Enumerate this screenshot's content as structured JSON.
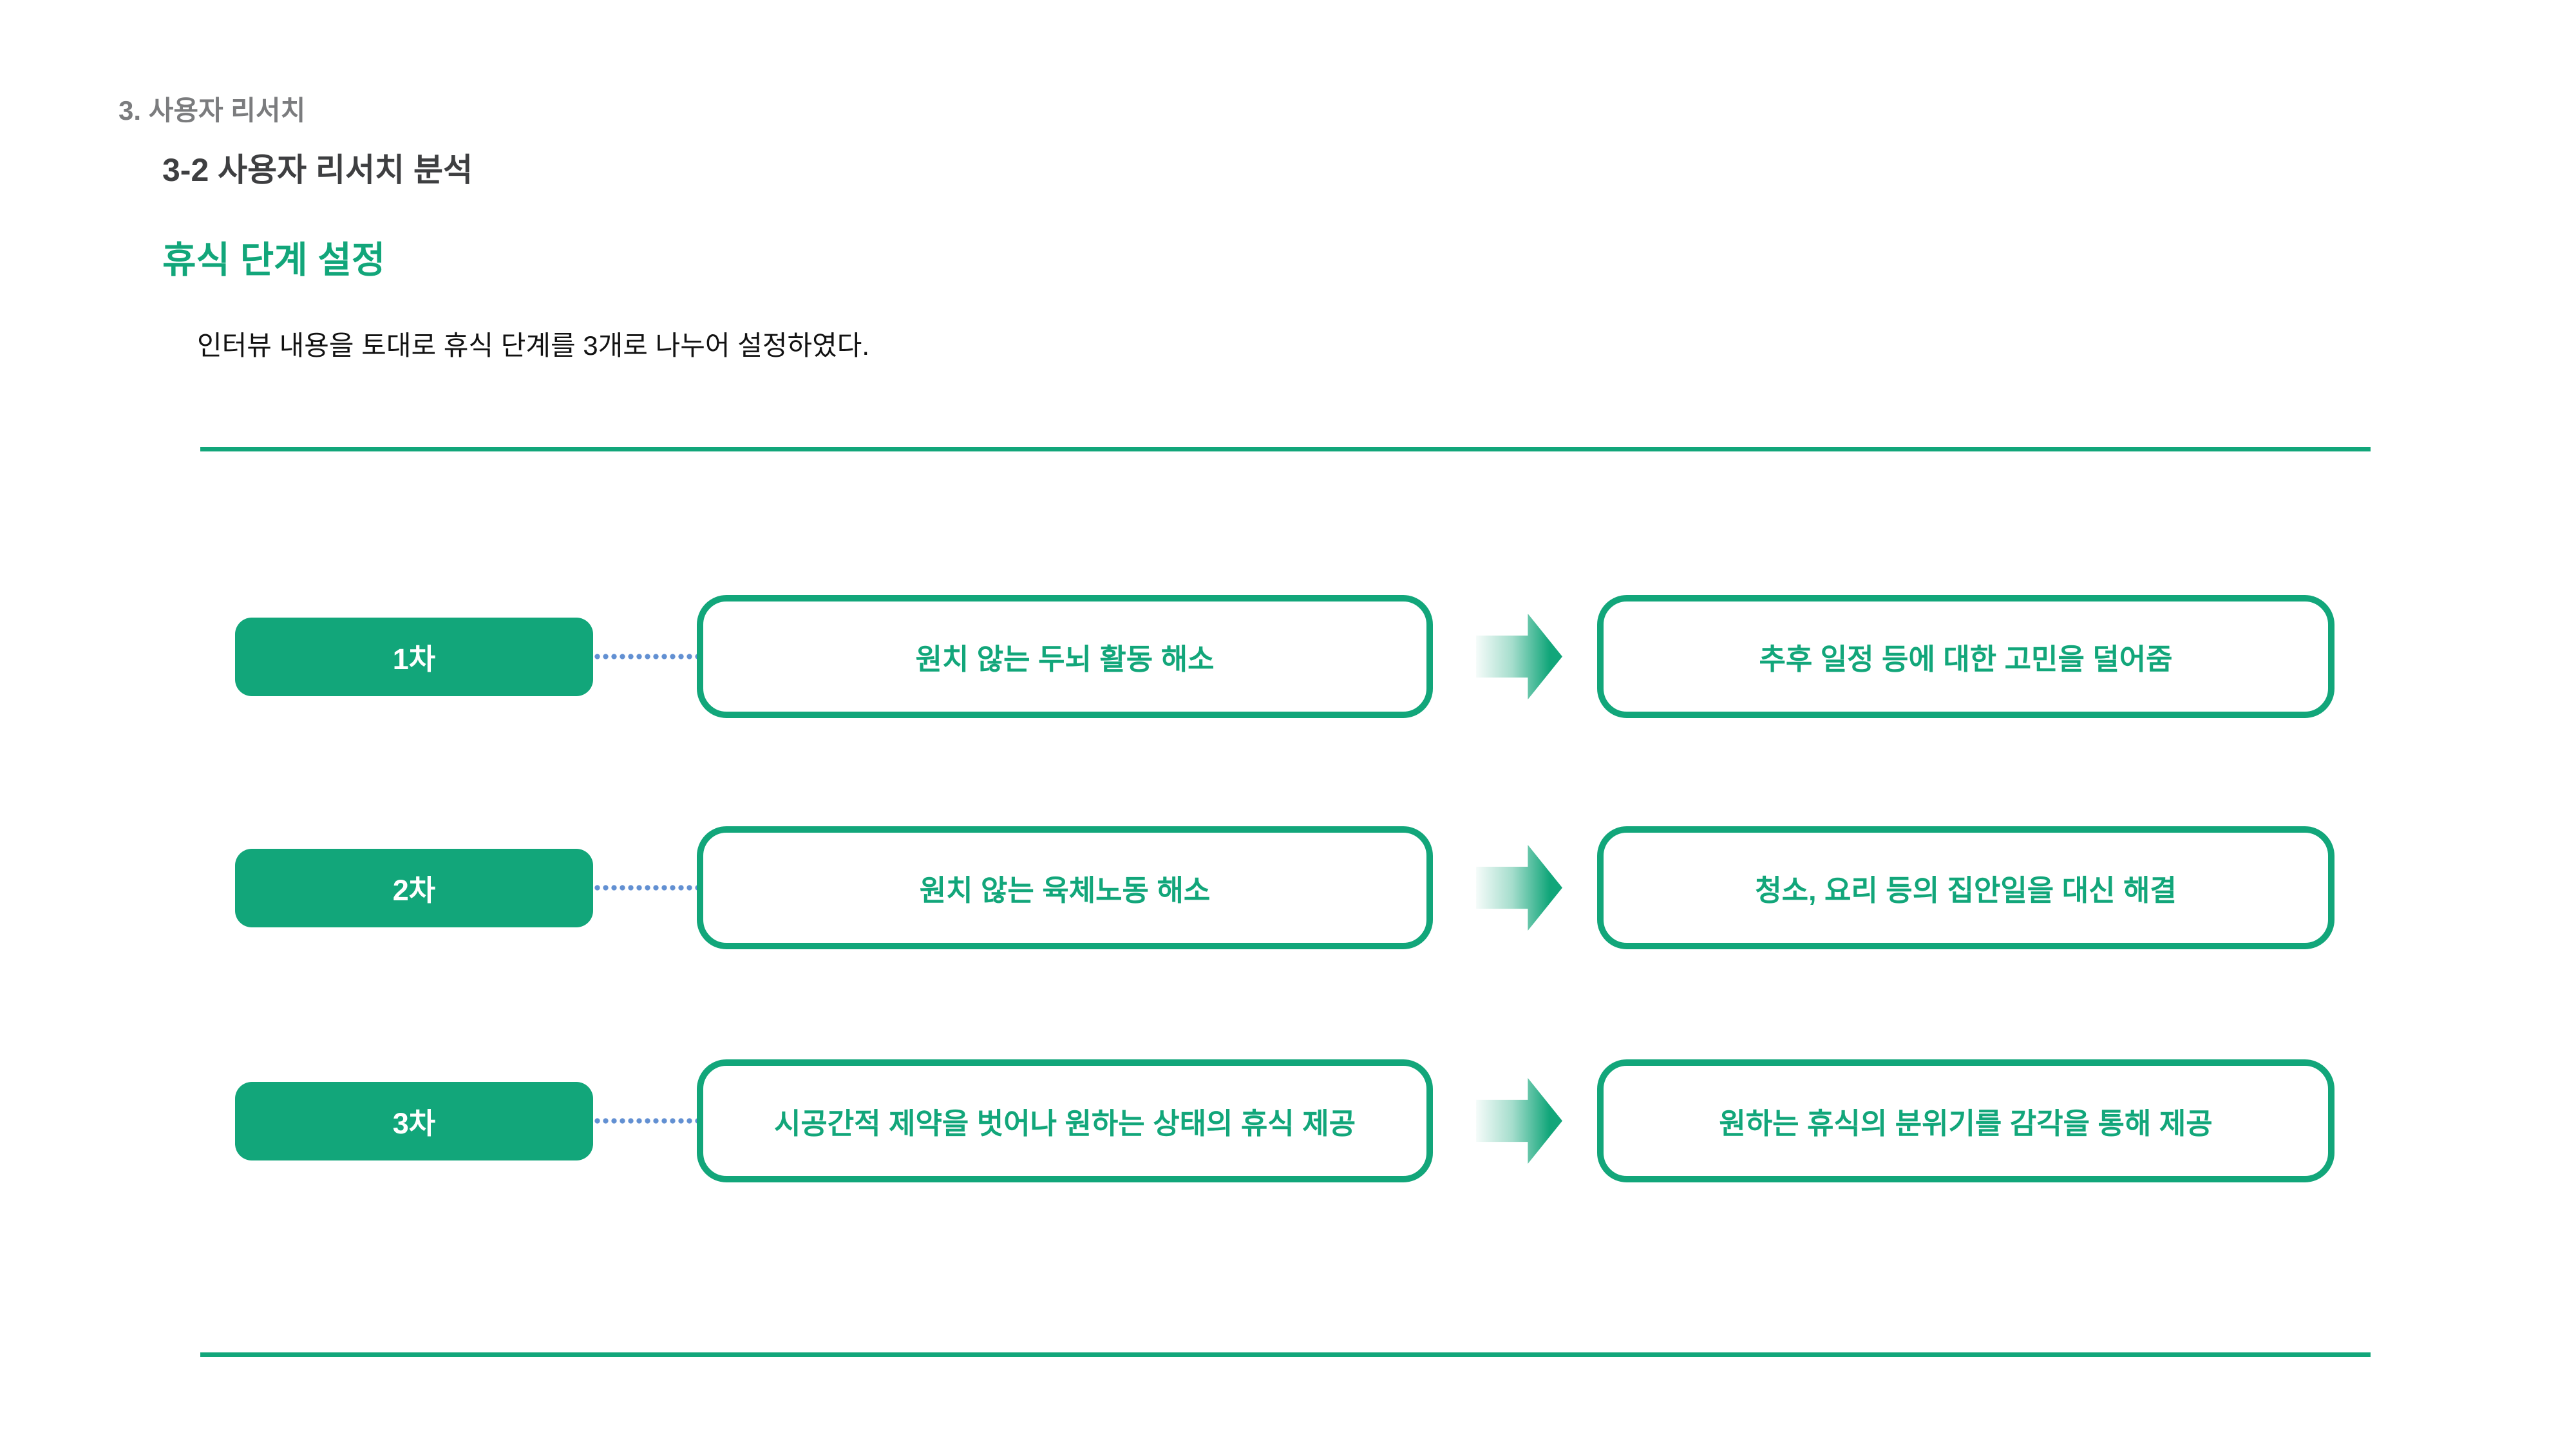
{
  "slide": {
    "breadcrumb": "3. 사용자 리서치",
    "subtitle": "3-2 사용자 리서치 분석",
    "section_title": "휴식 단계 설정",
    "description": "인터뷰 내용을 토대로 휴식 단계를 3개로 나누어 설정하였다."
  },
  "diagram": {
    "rows": [
      {
        "stage": "1차",
        "need": "원치 않는 두뇌 활동 해소",
        "solution": "추후 일정 등에 대한 고민을 덜어줌"
      },
      {
        "stage": "2차",
        "need": "원치 않는 육체노동 해소",
        "solution": "청소, 요리 등의 집안일을 대신 해결"
      },
      {
        "stage": "3차",
        "need": "시공간적 제약을 벗어나 원하는 상태의 휴식 제공",
        "solution": "원하는 휴식의 분위기를 감각을 통해 제공"
      }
    ],
    "icons": {
      "arrow": "right-arrow",
      "connector": "dotted-line"
    }
  },
  "colors": {
    "brand_green": "#12A67A",
    "connector_blue": "#6290D2",
    "text_gray": "#7B7C7E",
    "text_dark": "#3E3F41",
    "text_body": "#121212",
    "background": "#FFFFFF"
  }
}
